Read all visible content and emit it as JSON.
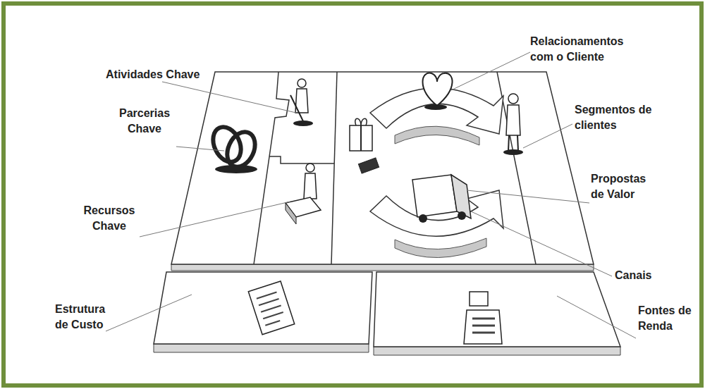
{
  "diagram": {
    "labels": [
      "Atividades Chave",
      "Parcerias Chave",
      "Recursos Chave",
      "Estrutura de Custo",
      "Relacionamentos com o Cliente",
      "Segmentos de clientes",
      "Propostas de Valor",
      "Canais",
      "Fontes de Renda"
    ]
  }
}
